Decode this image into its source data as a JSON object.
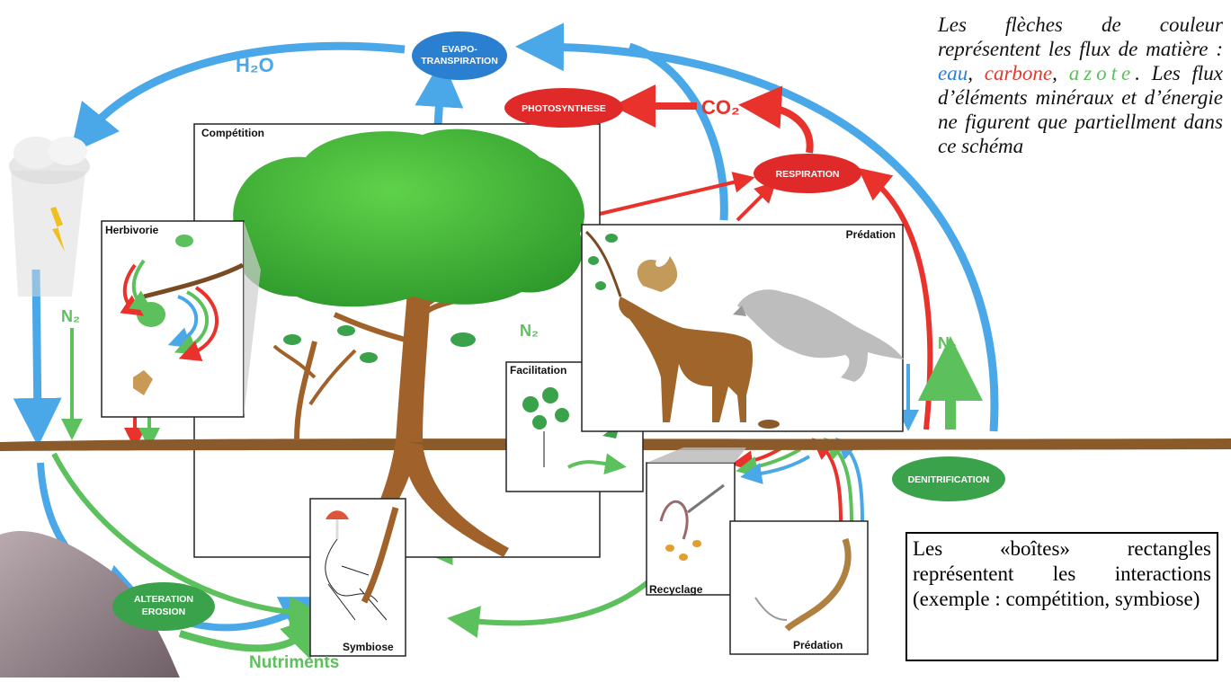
{
  "flux_labels": {
    "water": "H₂O",
    "co2": "CO₂",
    "n2_left": "N₂",
    "n2_middle": "N₂",
    "n2_right": "N₂",
    "nutrients": "Nutriments"
  },
  "processes": {
    "evapotranspiration_line1": "EVAPO-",
    "evapotranspiration_line2": "TRANSPIRATION",
    "photosynthesis": "PHOTOSYNTHESE",
    "respiration": "RESPIRATION",
    "denitrification": "DENITRIFICATION",
    "alteration_line1": "ALTERATION",
    "alteration_line2": "EROSION"
  },
  "interactions": {
    "competition": "Compétition",
    "herbivory": "Herbivorie",
    "predation_top": "Prédation",
    "facilitation": "Facilitation",
    "symbiosis": "Symbiose",
    "recycling": "Recyclage",
    "predation_bottom": "Prédation"
  },
  "caption": {
    "part1": "Les flèches de couleur représentent les flux de matière : ",
    "water": "eau",
    "sep1": ", ",
    "carbon": "carbone",
    "sep2": ", ",
    "nitrogen": "azote",
    "part2": ". Les flux d’éléments minéraux et d’énergie ne figurent que partiellment dans ce schéma"
  },
  "legend_box": {
    "text": "Les «boîtes» rectangles représentent les interactions (exemple : compétition, symbiose)"
  },
  "colors": {
    "water": "#4aa8e8",
    "carbon": "#e8322b",
    "nitrogen": "#5cc05c",
    "process_red": "#e02a2a",
    "process_blue": "#2b7fd0",
    "process_green": "#3aa24a",
    "soil": "#8a5a2b"
  }
}
